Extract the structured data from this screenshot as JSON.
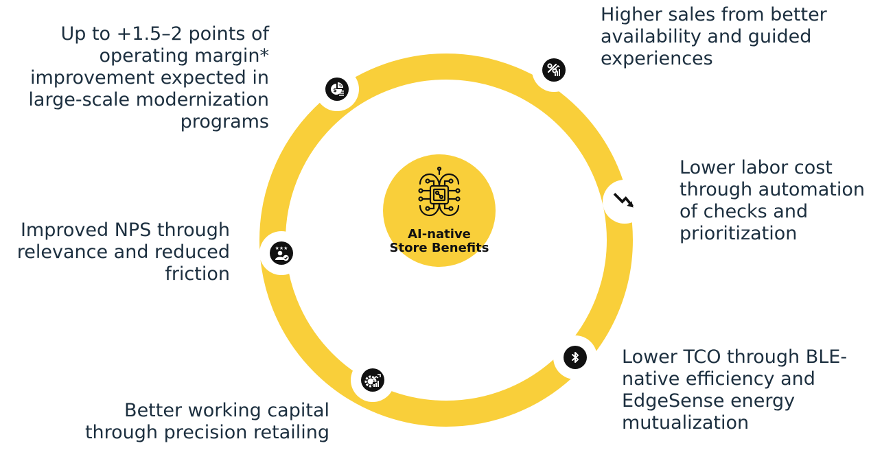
{
  "colors": {
    "ring": "#f9cf3a",
    "icon_bg": "#111111",
    "text": "#1c2f3f",
    "background": "#ffffff"
  },
  "center": {
    "line1": "AI-native",
    "line2": "Store Benefits",
    "icon": "ai-brain-chip-icon"
  },
  "benefits": [
    {
      "text": "Up to +1.5–2 points of operating margin* improvement expected in large-scale modernization programs",
      "icon": "pie-chart-dollar-icon"
    },
    {
      "text": "Higher sales from better availability and guided experiences",
      "icon": "percent-sales-icon"
    },
    {
      "text": "Lower labor cost through automation of checks and prioritization",
      "icon": "trend-down-icon"
    },
    {
      "text": "Lower TCO through BLE-native efficiency and EdgeSense energy mutualization",
      "icon": "bluetooth-icon"
    },
    {
      "text": "Better working capital through precision retailing",
      "icon": "gear-chart-icon"
    },
    {
      "text": "Improved NPS through relevance and reduced friction",
      "icon": "rated-customer-icon"
    }
  ]
}
